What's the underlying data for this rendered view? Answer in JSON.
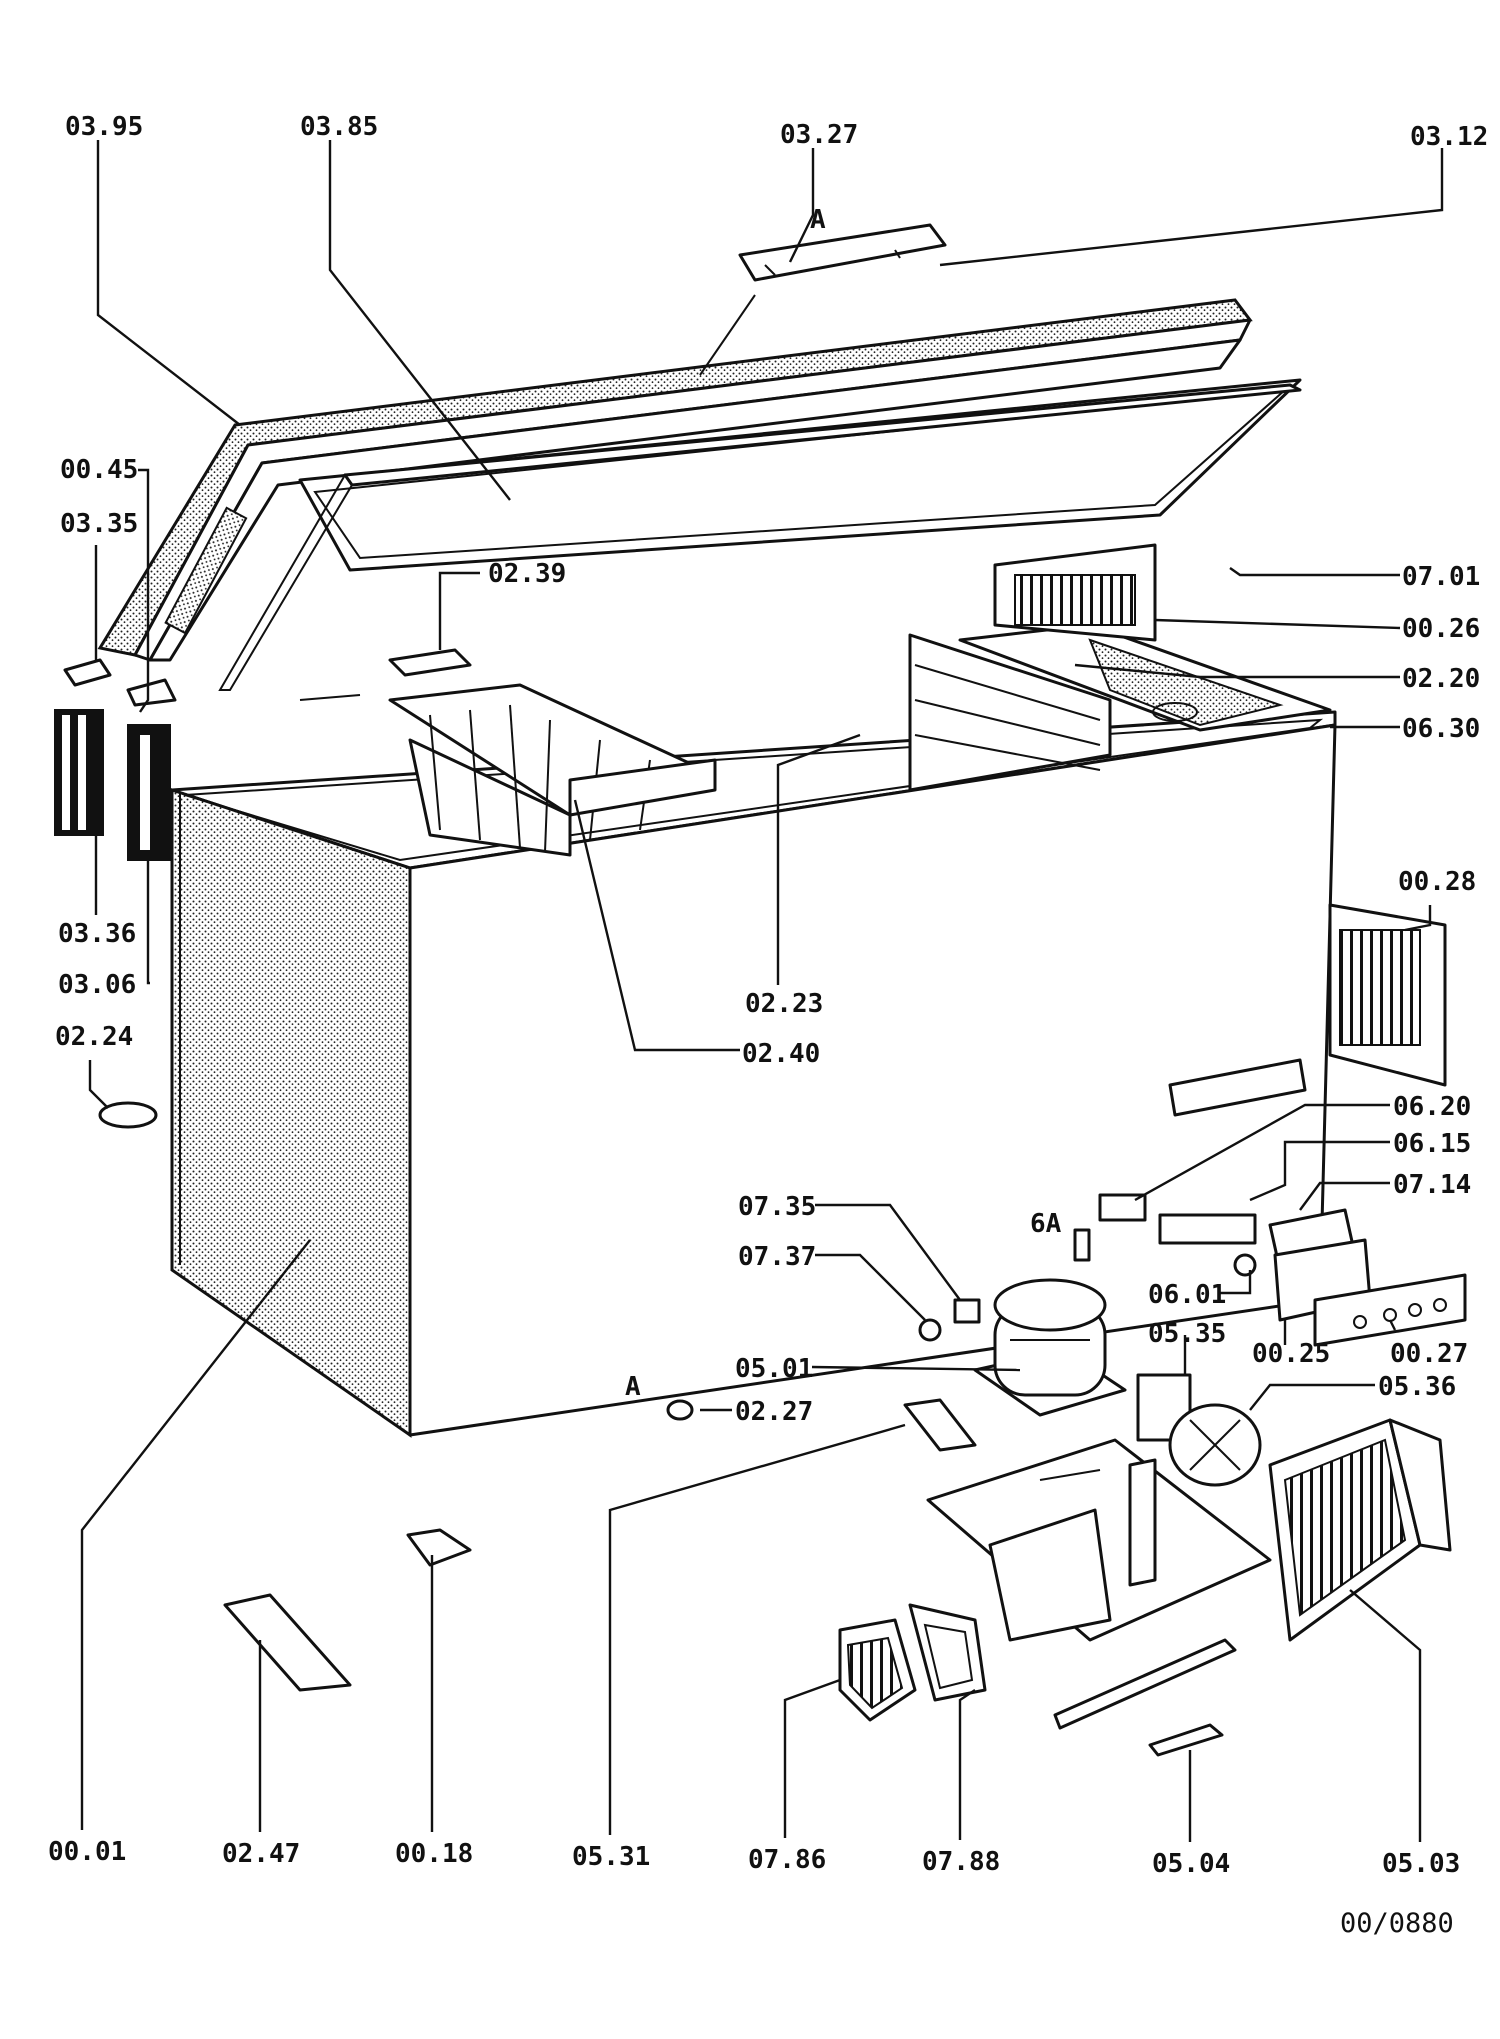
{
  "labels": {
    "l0395": "03.95",
    "l0385": "03.85",
    "l0327": "03.27",
    "l0312": "03.12",
    "l0045": "00.45",
    "l0335": "03.35",
    "l0239": "02.39",
    "l0336": "03.36",
    "l0306": "03.06",
    "l0224": "02.24",
    "l0701": "07.01",
    "l0026": "00.26",
    "l0220": "02.20",
    "l0630": "06.30",
    "l0028": "00.28",
    "l0223": "02.23",
    "l0240": "02.40",
    "l0620": "06.20",
    "l0615": "06.15",
    "l0714": "07.14",
    "l0735": "07.35",
    "l0737": "07.37",
    "l0601": "06.01",
    "l0535": "05.35",
    "l0025": "00.25",
    "l0027": "00.27",
    "l0501": "05.01",
    "l0536": "05.36",
    "l0227": "02.27",
    "l0001": "00.01",
    "l0247": "02.47",
    "l0018": "00.18",
    "l0531": "05.31",
    "l0786": "07.86",
    "l0788": "07.88",
    "l0504": "05.04",
    "l0503": "05.03"
  },
  "marker_a": "A",
  "marker_ga": "6A",
  "drawing_ref": "00/0880"
}
